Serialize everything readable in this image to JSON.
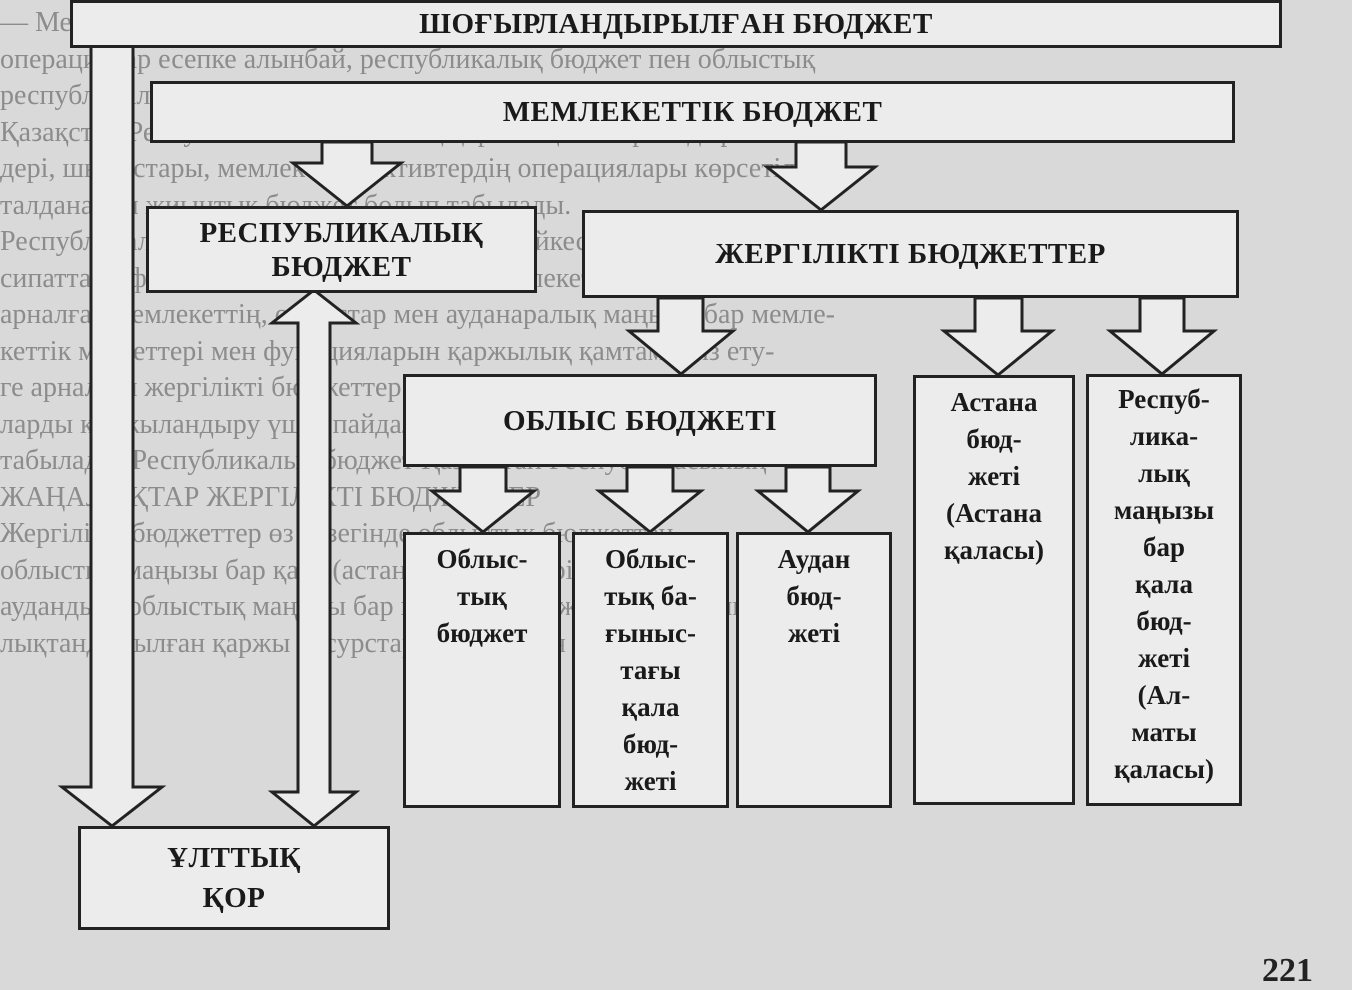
{
  "diagram": {
    "top": "ШОҒЫРЛАНДЫРЫЛҒАН БЮДЖЕТ",
    "state": "МЕМЛЕКЕТТІК БЮДЖЕТ",
    "republican": "РЕСПУБЛИКАЛЫҚ\nБЮДЖЕТ",
    "local": "ЖЕРГІЛІКТІ БЮДЖЕТТЕР",
    "oblast": "ОБЛЫС БЮДЖЕТІ",
    "oblast_own": "Облыс-\nтық\nбюджет",
    "oblast_city": "Облыс-\nтық ба-\nғыныс-\nтағы\nқала\nбюд-\nжеті",
    "district": "Аудан\nбюд-\nжеті",
    "astana": "Астана\nбюд-\nжеті\n(Астана\nқаласы)",
    "rep_city": "Респуб-\nлика-\nлық\nмаңызы\nбар\nқала\nбюд-\nжеті\n(Ал-\nматы\nқаласы)",
    "national_fund": "ҰЛТТЫҚ\nҚОР"
  },
  "page_number": "221",
  "background_lines": [
    "— Мемлекеттік бюджеттің құрылымында өзара өтелетін",
    "операциялар есепке алынбай, республикалық бюджет пен облыстық",
    "республикалық маңызы бар қала, астана бюджеттерінің және",
    "Қазақстан Республикасының Ұлттық қорының шоғырландырылған түсім-",
    "дері, шығыстары, мемлекеттік активтердің операциялары көрсетілетін",
    "талданатын жиынтық бюджет болып табылады.",
    "Республикалық бюджет Бюджет кодексіне сәйкес жалпы мемлекеттік",
    "сипаттағы функцияларды жүзеге асыру, мемлекеттік саясатты іске асыруға",
    "арналған мемлекеттің, облыстар мен ауданаралық маңызы бар мемле-",
    "кеттік міндеттері мен функцияларын қаржылық қамтамасыз ету-",
    "ге арналған жергілікті бюджеттер мен бюджеттік бағдарлама-",
    "ларды қаржыландыру үшін пайдаланылатын қаражат көзі болып",
    "табылады. Республикалық бюджет Қазақстан Республикасының",
    "ЖАҢАЛЫҚТАР ЖЕРГІЛІКТІ БЮДЖЕТТЕР",
    "Жергілікті бюджеттер өз кезегінде облыстық бюджеттен,",
    "облыстық маңызы бар қала (астана) бюджеттерінен және",
    "аудандық (облыстық маңызы бар қалалар) бюджеттері бойынша орта-",
    "лықтандырылған қаржы ресурстарының қорын құрайды."
  ]
}
